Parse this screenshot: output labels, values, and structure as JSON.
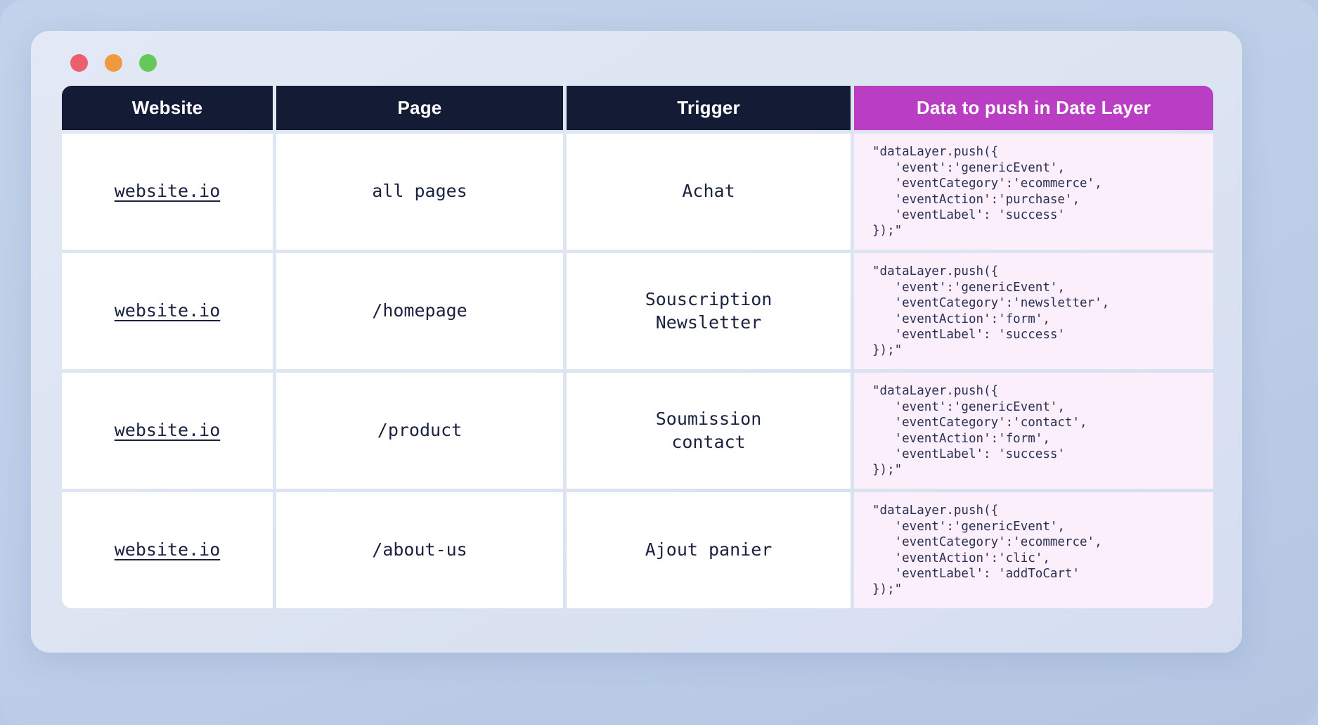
{
  "window": {
    "traffic_lights": [
      {
        "name": "close",
        "color": "#ec5f6e"
      },
      {
        "name": "minimize",
        "color": "#f0993f"
      },
      {
        "name": "maximize",
        "color": "#64c85a"
      }
    ],
    "background": "#dfe6f3",
    "stage_background": "#bdcee8"
  },
  "table": {
    "headers": [
      {
        "label": "Website",
        "bg": "#141b35"
      },
      {
        "label": "Page",
        "bg": "#141b35"
      },
      {
        "label": "Trigger",
        "bg": "#141b35"
      },
      {
        "label": "Data to push in Date Layer",
        "bg": "#b93ec4"
      }
    ],
    "rows": [
      {
        "website": "website.io",
        "page": "all pages",
        "trigger": "Achat",
        "code": "\"dataLayer.push({\n   'event':'genericEvent',\n   'eventCategory':'ecommerce',\n   'eventAction':'purchase',\n   'eventLabel': 'success'\n});\""
      },
      {
        "website": "website.io",
        "page": "/homepage",
        "trigger": "Souscription\nNewsletter",
        "code": "\"dataLayer.push({\n   'event':'genericEvent',\n   'eventCategory':'newsletter',\n   'eventAction':'form',\n   'eventLabel': 'success'\n});\""
      },
      {
        "website": "website.io",
        "page": "/product",
        "trigger": "Soumission\ncontact",
        "code": "\"dataLayer.push({\n   'event':'genericEvent',\n   'eventCategory':'contact',\n   'eventAction':'form',\n   'eventLabel': 'success'\n});\""
      },
      {
        "website": "website.io",
        "page": "/about-us",
        "trigger": "Ajout panier",
        "code": "\"dataLayer.push({\n   'event':'genericEvent',\n   'eventCategory':'ecommerce',\n   'eventAction':'clic',\n   'eventLabel': 'addToCart'\n});\""
      }
    ]
  }
}
